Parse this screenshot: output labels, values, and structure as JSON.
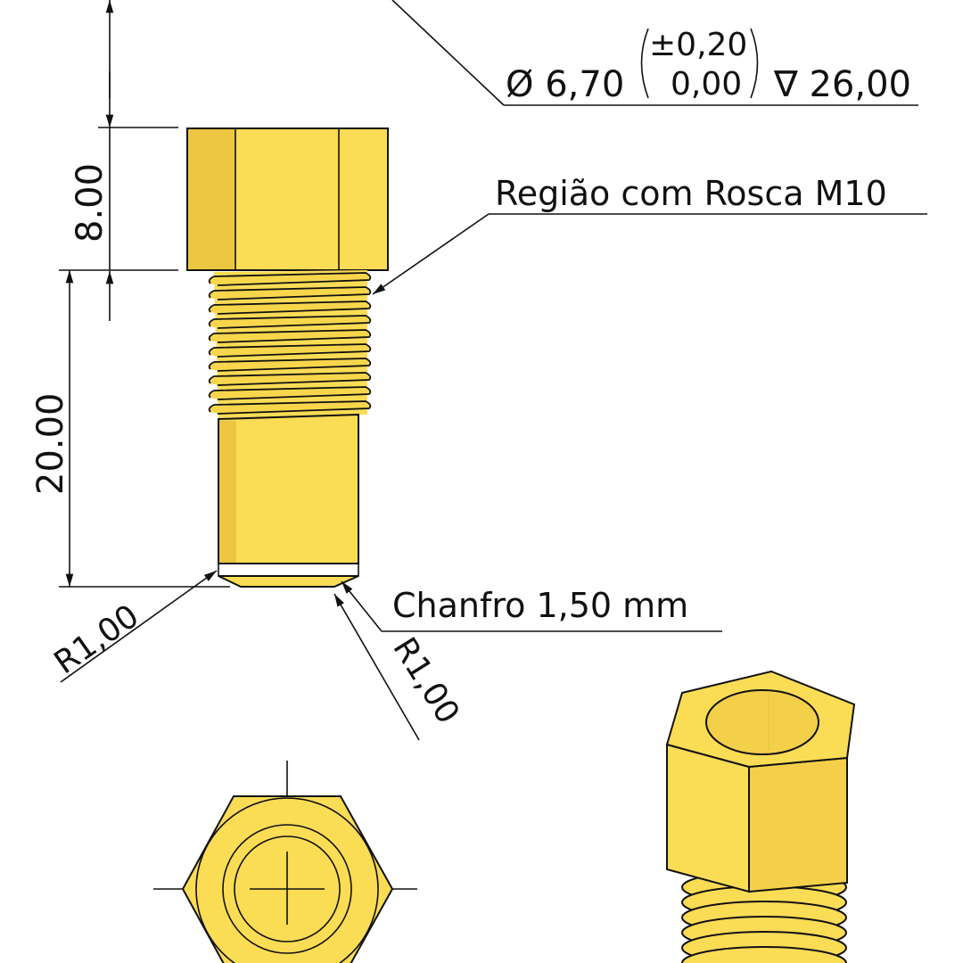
{
  "dimensions": {
    "head_height": "8.00",
    "body_length": "20.00",
    "radius_left": "R1,00",
    "radius_right": "R1,00"
  },
  "callouts": {
    "bore_diameter": "Ø 6,70",
    "tol_upper": "±0,20",
    "tol_lower": "0,00",
    "depth": "∇ 26,00",
    "thread": "Região com Rosca M10",
    "chamfer": "Chanfro 1,50 mm"
  },
  "colors": {
    "brass": "#fbdc55",
    "brass_dark": "#ecc640",
    "line": "#111111"
  }
}
